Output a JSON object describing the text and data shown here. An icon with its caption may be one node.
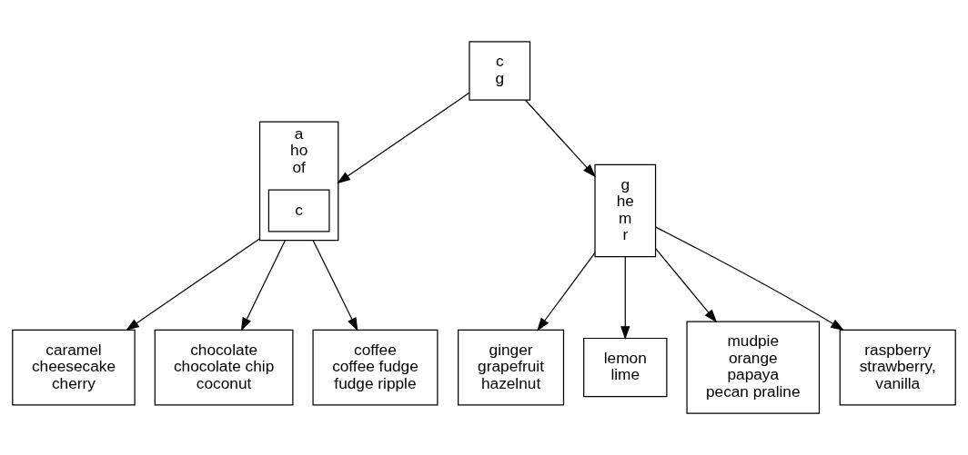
{
  "diagram": {
    "nodes": [
      {
        "text": [
          "c",
          "g"
        ]
      },
      {
        "text": [
          "a",
          "ho",
          "of"
        ]
      },
      {
        "text": [
          "c"
        ],
        "in": 1
      },
      {
        "text": [
          "g",
          "he",
          "m",
          "r"
        ]
      },
      {
        "text": [
          "caramel",
          "cheesecake",
          "cherry"
        ]
      },
      {
        "text": [
          "chocolate",
          "chocolate chip",
          "coconut"
        ]
      },
      {
        "text": [
          "coffee",
          "coffee fudge",
          "fudge ripple"
        ]
      },
      {
        "text": [
          "ginger",
          "grapefruit",
          "hazelnut"
        ]
      },
      {
        "text": [
          "lemon",
          "lime"
        ]
      },
      {
        "text": [
          "mudpie",
          "orange",
          "papaya",
          "pecan praline"
        ]
      },
      {
        "text": [
          "raspberry",
          "strawberry,",
          "vanilla"
        ]
      }
    ],
    "edges": [
      {
        "from": 0,
        "to": 1,
        "arrow": "to"
      },
      {
        "from": 0,
        "to": 3,
        "arrow": "to"
      },
      {
        "from": 1,
        "to": 4,
        "arrow": "to"
      },
      {
        "from": 1,
        "to": 5,
        "arrow": "to"
      },
      {
        "from": 1,
        "to": 6,
        "arrow": "to"
      },
      {
        "from": 3,
        "to": 7,
        "arrow": "to"
      },
      {
        "from": 3,
        "to": 8,
        "arrow": "to"
      },
      {
        "from": 3,
        "to": 9,
        "arrow": "to"
      },
      {
        "from": 3,
        "to": 10,
        "arrow": "to"
      }
    ]
  }
}
